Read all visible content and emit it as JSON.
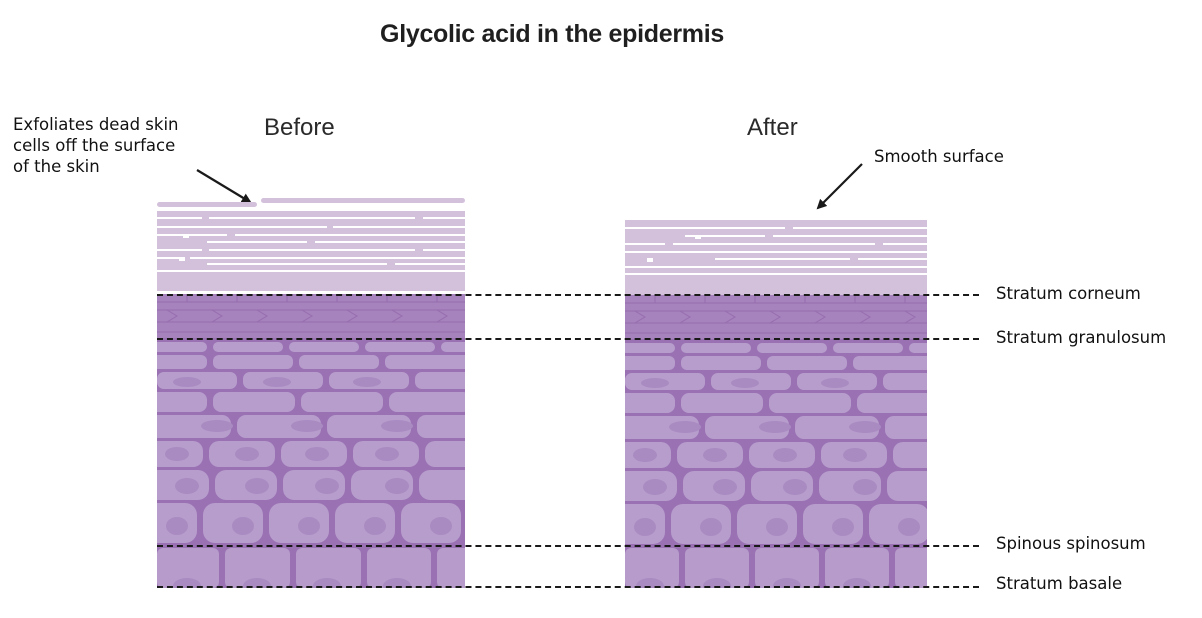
{
  "diagram": {
    "title": "Glycolic acid in the epidermis",
    "panels": [
      {
        "label": "Before",
        "annotation": "Exfoliates dead skin cells off the surface of the skin",
        "annotation_lines": [
          "Exfoliates dead skin",
          "cells off the surface",
          "of the skin"
        ]
      },
      {
        "label": "After",
        "annotation": "Smooth surface"
      }
    ],
    "layers": [
      {
        "label": "Stratum corneum"
      },
      {
        "label": "Stratum granulosum"
      },
      {
        "label": "Spinous spinosum"
      },
      {
        "label": "Stratum basale"
      }
    ],
    "colors": {
      "corneum": "#d3c1db",
      "granulosum": "#a783be",
      "spinosum_cell": "#b79dcc",
      "spinosum_gap": "#9a72b4",
      "nucleus": "#a98bc2",
      "basale": "#b69bcb",
      "guide_line": "#1a1a1a"
    }
  }
}
